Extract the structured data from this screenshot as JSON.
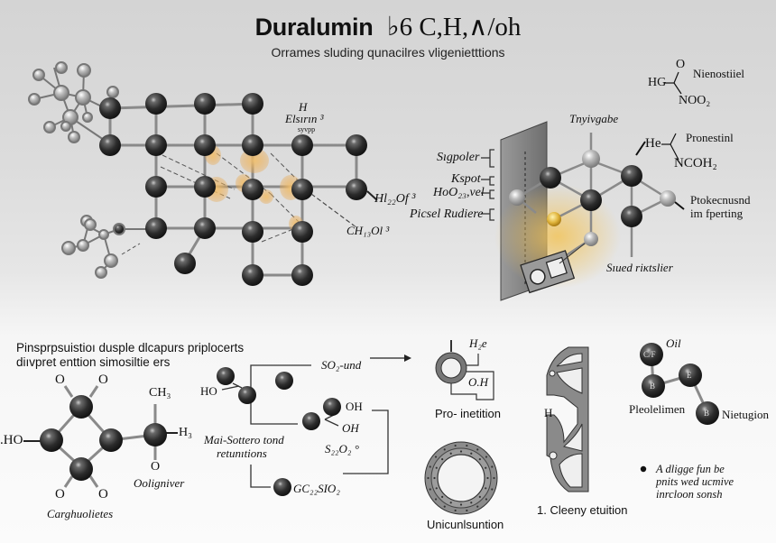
{
  "header": {
    "title_bold": "Duralumin",
    "title_formula": "♭6 C,H,∧/oh",
    "subtitle": "Orrames sluding qunacilres vligenietttions"
  },
  "upper_panel": {
    "lattice_labels": {
      "h_label": "H",
      "elsmn": "Elsırın ³",
      "elsmn_sub": "syvpp",
      "hl22": "Hl₂₂Of ³",
      "ch13": "CH₁₃Ol ³"
    },
    "prism_labels": [
      "Tnyivgabe",
      "Sıgpoler",
      "Kspot",
      "HoO₂₃,vel",
      "Picsel Rudiere",
      "Sıued riκtslier"
    ],
    "right_formulas": {
      "f1_hg": "HG",
      "f1_o": "O",
      "f1_noo2": "NOO₂",
      "f1_name": "Nienostiiel",
      "f2_he": "He",
      "f2_ncoh2": "NCOH₂",
      "f2_name": "Pronestinl",
      "f3_name_line1": "Ptokecnusnd",
      "f3_name_line2": "im fperting"
    }
  },
  "lower_panel": {
    "heading_line1": "Pinsprpsuistioı dusple dlcapurs priplocerts",
    "heading_line2": "diıvpret enttion simosiltie ers",
    "ring_molecule": {
      "o_labels": [
        "O",
        "O",
        "O",
        "O"
      ],
      "left_group": ".HO",
      "ch3": "CH₃",
      "h3": "H₃",
      "o_bottom": "O",
      "sub_name": "Ooligniver",
      "name": "Carghuolietes"
    },
    "reaction_scheme": {
      "ho": "HO",
      "so2": "SO₂-und",
      "oh1": "OH",
      "oh2": "OH",
      "s22o2": "S₂₂O₂ °",
      "caption_line1": "Mai-Sottero tond",
      "caption_line2": "retunıtions",
      "gc": "GC₂₂SIO₂"
    },
    "pro_inetition": {
      "h_label": "H₂e",
      "oh_label": "O.H",
      "name": "Pro- inetition"
    },
    "ring_part_name": "Unicunlsuntion",
    "bracket_part": {
      "h_label": "H",
      "caption_num": "1.",
      "caption": "Cleeny etuition"
    },
    "cluster": {
      "oil": "Oil",
      "atoms": [
        "C/F",
        "B",
        "E",
        "B"
      ],
      "name_left": "Pleolelimen",
      "name_right": "Nietugion"
    },
    "bullet_note": {
      "line1": "A dligge fun be",
      "line2": "pnits wed ucmive",
      "line3": "inrcloon sonsh"
    }
  }
}
